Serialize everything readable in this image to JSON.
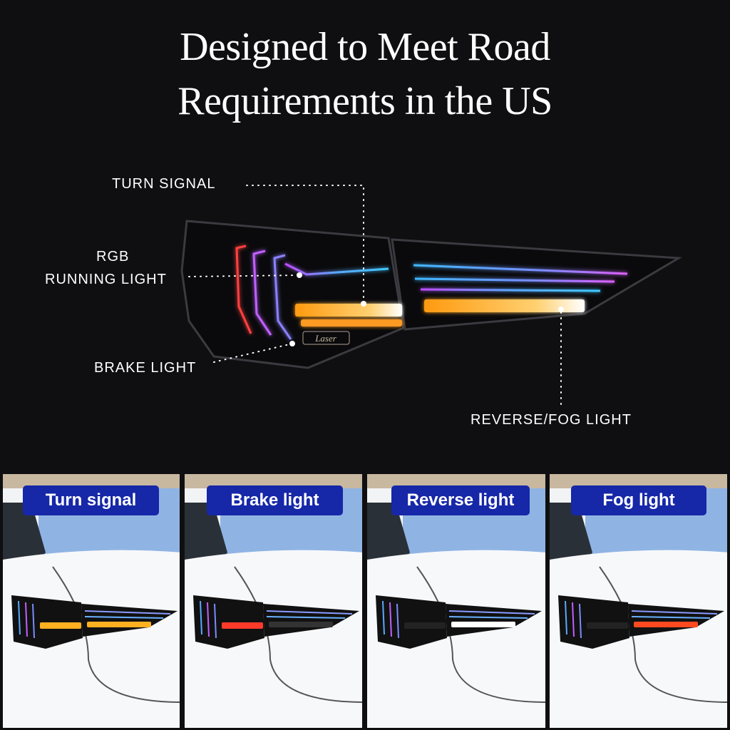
{
  "title": {
    "line1": "Designed to Meet Road",
    "line2": "Requirements in the US"
  },
  "callouts": {
    "turn_signal": "TURN SIGNAL",
    "rgb": "RGB",
    "running_light": "RUNNING LIGHT",
    "brake_light": "BRAKE LIGHT",
    "reverse_fog": "REVERSE/FOG LIGHT"
  },
  "logo_text": "Laser",
  "panels": [
    {
      "label": "Turn signal",
      "lit_color": "#ffb020"
    },
    {
      "label": "Brake light",
      "lit_color": "#ff3a2a"
    },
    {
      "label": "Reverse light",
      "lit_color": "#ffffff"
    },
    {
      "label": "Fog light",
      "lit_color": "#ff4a20"
    }
  ],
  "colors": {
    "background": "#0f0f11",
    "badge": "#1627a8",
    "amber": "#ffa81e"
  }
}
